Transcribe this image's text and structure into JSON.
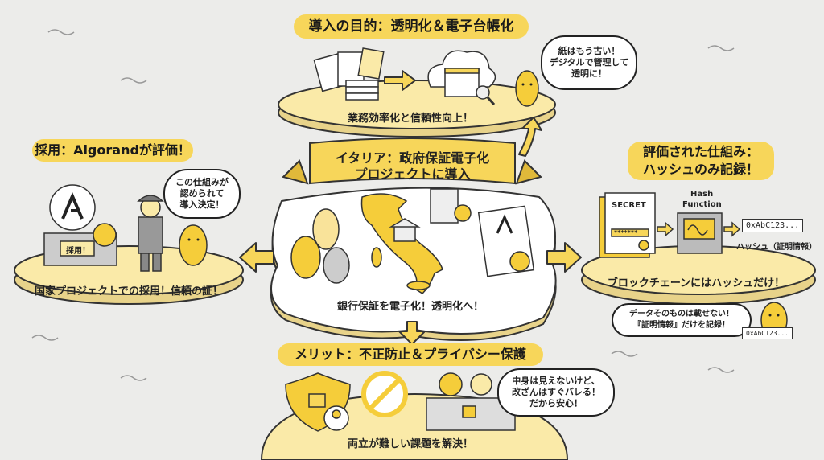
{
  "colors": {
    "accent": "#f7d65a",
    "platform": "#faeaa8",
    "background": "#ececea",
    "ink": "#222222"
  },
  "top": {
    "title": "導入の目的：透明化＆電子台帳化",
    "caption": "業務効率化と信頼性向上！",
    "bubble": "紙はもう古い！\nデジタルで管理して\n透明に！"
  },
  "left": {
    "title": "採用：Algorandが評価！",
    "caption": "国家プロジェクトでの採用！信頼の証！",
    "bubble": "この仕組みが\n認められて\n導入決定！",
    "plaque": "採用！"
  },
  "center": {
    "banner_line1": "イタリア：政府保証電子化",
    "banner_line2": "プロジェクトに導入",
    "caption": "銀行保証を電子化！透明化へ！"
  },
  "right": {
    "title_line1": "評価された仕組み：",
    "title_line2": "ハッシュのみ記録！",
    "doc_label": "SECRET",
    "doc_mask": "*******",
    "hash_label_1": "Hash",
    "hash_label_2": "Function",
    "hash_value": "0xAbC123...",
    "hash_caption": "ハッシュ（証明情報）",
    "caption": "ブロックチェーンにはハッシュだけ！",
    "bubble": "データそのものは載せない！\n『証明情報』だけを記録！",
    "card_value": "0xAbC123..."
  },
  "bottom": {
    "title": "メリット：不正防止＆プライバシー保護",
    "caption": "両立が難しい課題を解決！",
    "bubble": "中身は見えないけど、\n改ざんはすぐバレる！\nだから安心！"
  }
}
